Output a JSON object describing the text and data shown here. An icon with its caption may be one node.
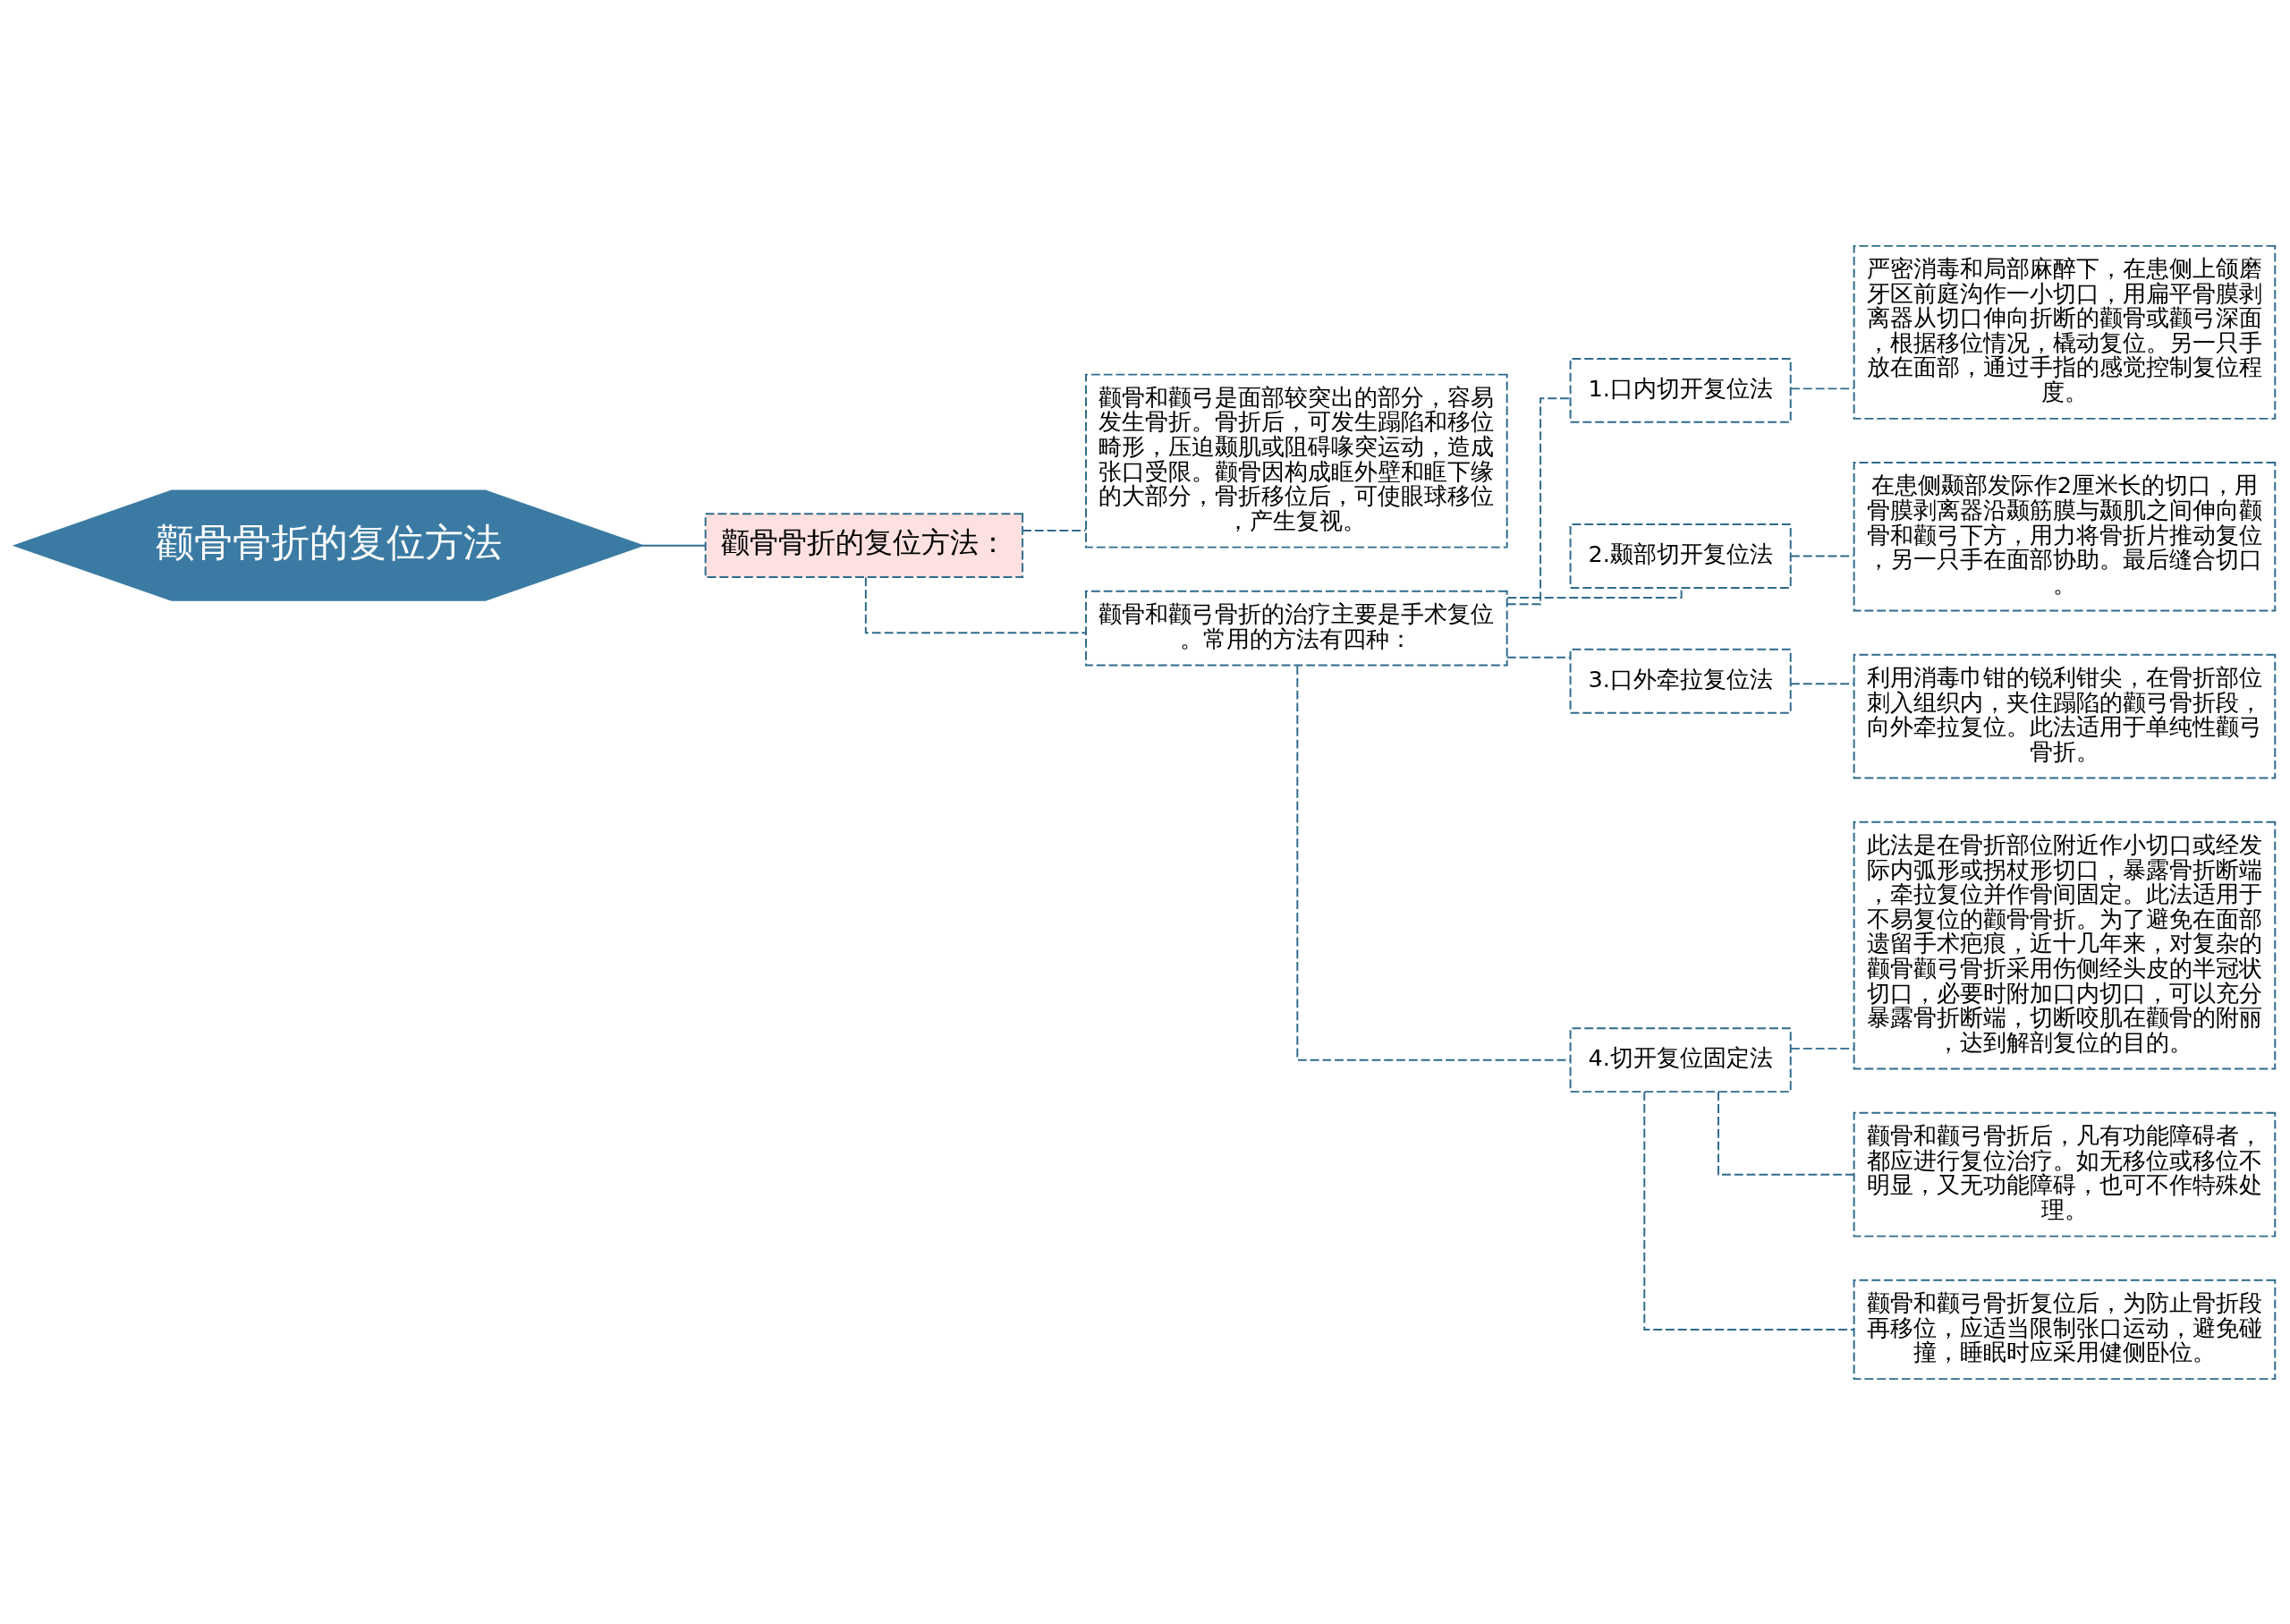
{
  "diagram": {
    "nodes": [
      {
        "text": [
          "颧骨骨折的复位方法"
        ]
      },
      {
        "text": [
          "颧骨骨折的复位方法："
        ]
      },
      {
        "text": [
          "颧骨和颧弓是面部较突出的部分，容易发生骨折。骨折后，可发生蹋陷和移位畸形，压迫颞肌或阻碍喙突运动，造成张口受限。颧骨因构成眶外壁和眶下缘的大部分，骨折移位后，可使眼球移位，产生复视。"
        ]
      },
      {
        "text": [
          "颧骨和颧弓骨折的治疗主要是手术复位。常用的方法有四种："
        ]
      },
      {
        "text": [
          "1.口内切开复位法"
        ]
      },
      {
        "text": [
          "严密消毒和局部麻醉下，在患侧上颌磨牙区前庭沟作一小切口，用扁平骨膜剥离器从切口伸向折断的颧骨或颧弓深面，根据移位情况，橇动复位。另一只手放在面部，通过手指的感觉控制复位程度。"
        ]
      },
      {
        "text": [
          "2.颞部切开复位法"
        ]
      },
      {
        "text": [
          "在患侧颞部发际作2厘米长的切口，用骨膜剥离器沿颞筋膜与颞肌之间伸向颧骨和颧弓下方，用力将骨折片推动复位，另一只手在面部协助。最后缝合切口。"
        ]
      },
      {
        "text": [
          "3.口外牵拉复位法"
        ]
      },
      {
        "text": [
          "利用消毒巾钳的锐利钳尖，在骨折部位刺入组织内，夹住蹋陷的颧弓骨折段，向外牵拉复位。此法适用于单纯性颧弓骨折。"
        ]
      },
      {
        "text": [
          "4.切开复位固定法"
        ]
      },
      {
        "text": [
          "此法是在骨折部位附近作小切口或经发际内弧形或拐杖形切口，暴露骨折断端，牵拉复位并作骨间固定。此法适用于不易复位的颧骨骨折。为了避免在面部遗留手术疤痕，近十几年来，对复杂的颧骨颧弓骨折采用伤侧经头皮的半冠状切口，必要时附加口内切口，可以充分暴露骨折断端，切断咬肌在颧骨的附丽，达到解剖复位的目的。"
        ]
      },
      {
        "text": [
          "颧骨和颧弓骨折后，凡有功能障碍者，都应进行复位治疗。如无移位或移位不明显，又无功能障碍，也可不作特殊处理。"
        ]
      },
      {
        "text": [
          "颧骨和颧弓骨折复位后，为防止骨折段再移位，应适当限制张口运动，避免碰撞，睡眠时应采用健侧卧位。"
        ]
      }
    ],
    "edges": [
      {
        "from": 0,
        "to": 1,
        "arrow": "none"
      },
      {
        "from": 1,
        "to": 2,
        "arrow": "none",
        "style": "dashed"
      },
      {
        "from": 1,
        "to": 3,
        "arrow": "none",
        "style": "dashed"
      },
      {
        "from": 3,
        "to": 4,
        "arrow": "none",
        "style": "dashed"
      },
      {
        "from": 3,
        "to": 6,
        "arrow": "none",
        "style": "dashed"
      },
      {
        "from": 3,
        "to": 8,
        "arrow": "none",
        "style": "dashed"
      },
      {
        "from": 3,
        "to": 10,
        "arrow": "none",
        "style": "dashed"
      },
      {
        "from": 4,
        "to": 5,
        "arrow": "none",
        "style": "dashed"
      },
      {
        "from": 6,
        "to": 7,
        "arrow": "none",
        "style": "dashed"
      },
      {
        "from": 8,
        "to": 9,
        "arrow": "none",
        "style": "dashed"
      },
      {
        "from": 10,
        "to": 11,
        "arrow": "none",
        "style": "dashed"
      },
      {
        "from": 10,
        "to": 12,
        "arrow": "none",
        "style": "dashed"
      },
      {
        "from": 10,
        "to": 13,
        "arrow": "none",
        "style": "dashed"
      }
    ]
  }
}
